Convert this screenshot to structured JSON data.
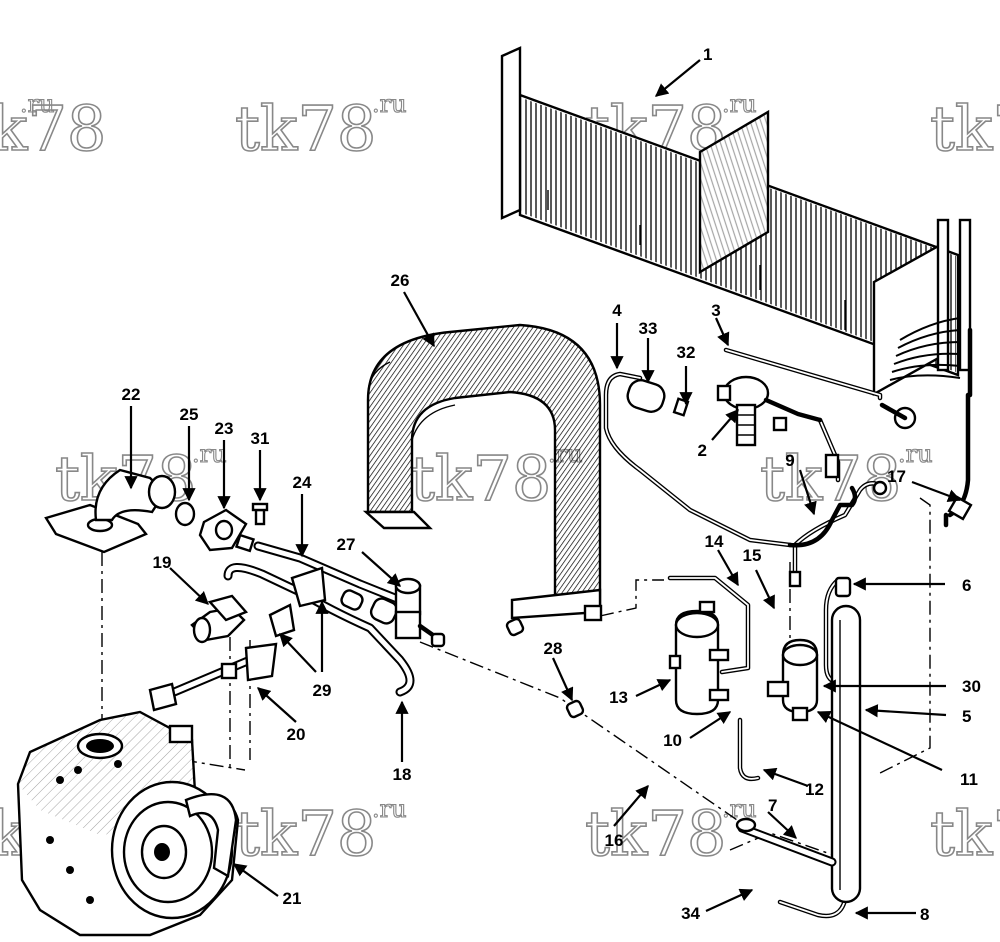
{
  "watermark": {
    "text": "tk78",
    "suffix": ".ru"
  },
  "labels": [
    "1",
    "2",
    "3",
    "4",
    "5",
    "6",
    "7",
    "8",
    "9",
    "10",
    "11",
    "12",
    "13",
    "14",
    "15",
    "16",
    "17",
    "18",
    "19",
    "20",
    "21",
    "22",
    "23",
    "24",
    "25",
    "26",
    "27",
    "28",
    "29",
    "30",
    "31",
    "32",
    "33",
    "34"
  ]
}
